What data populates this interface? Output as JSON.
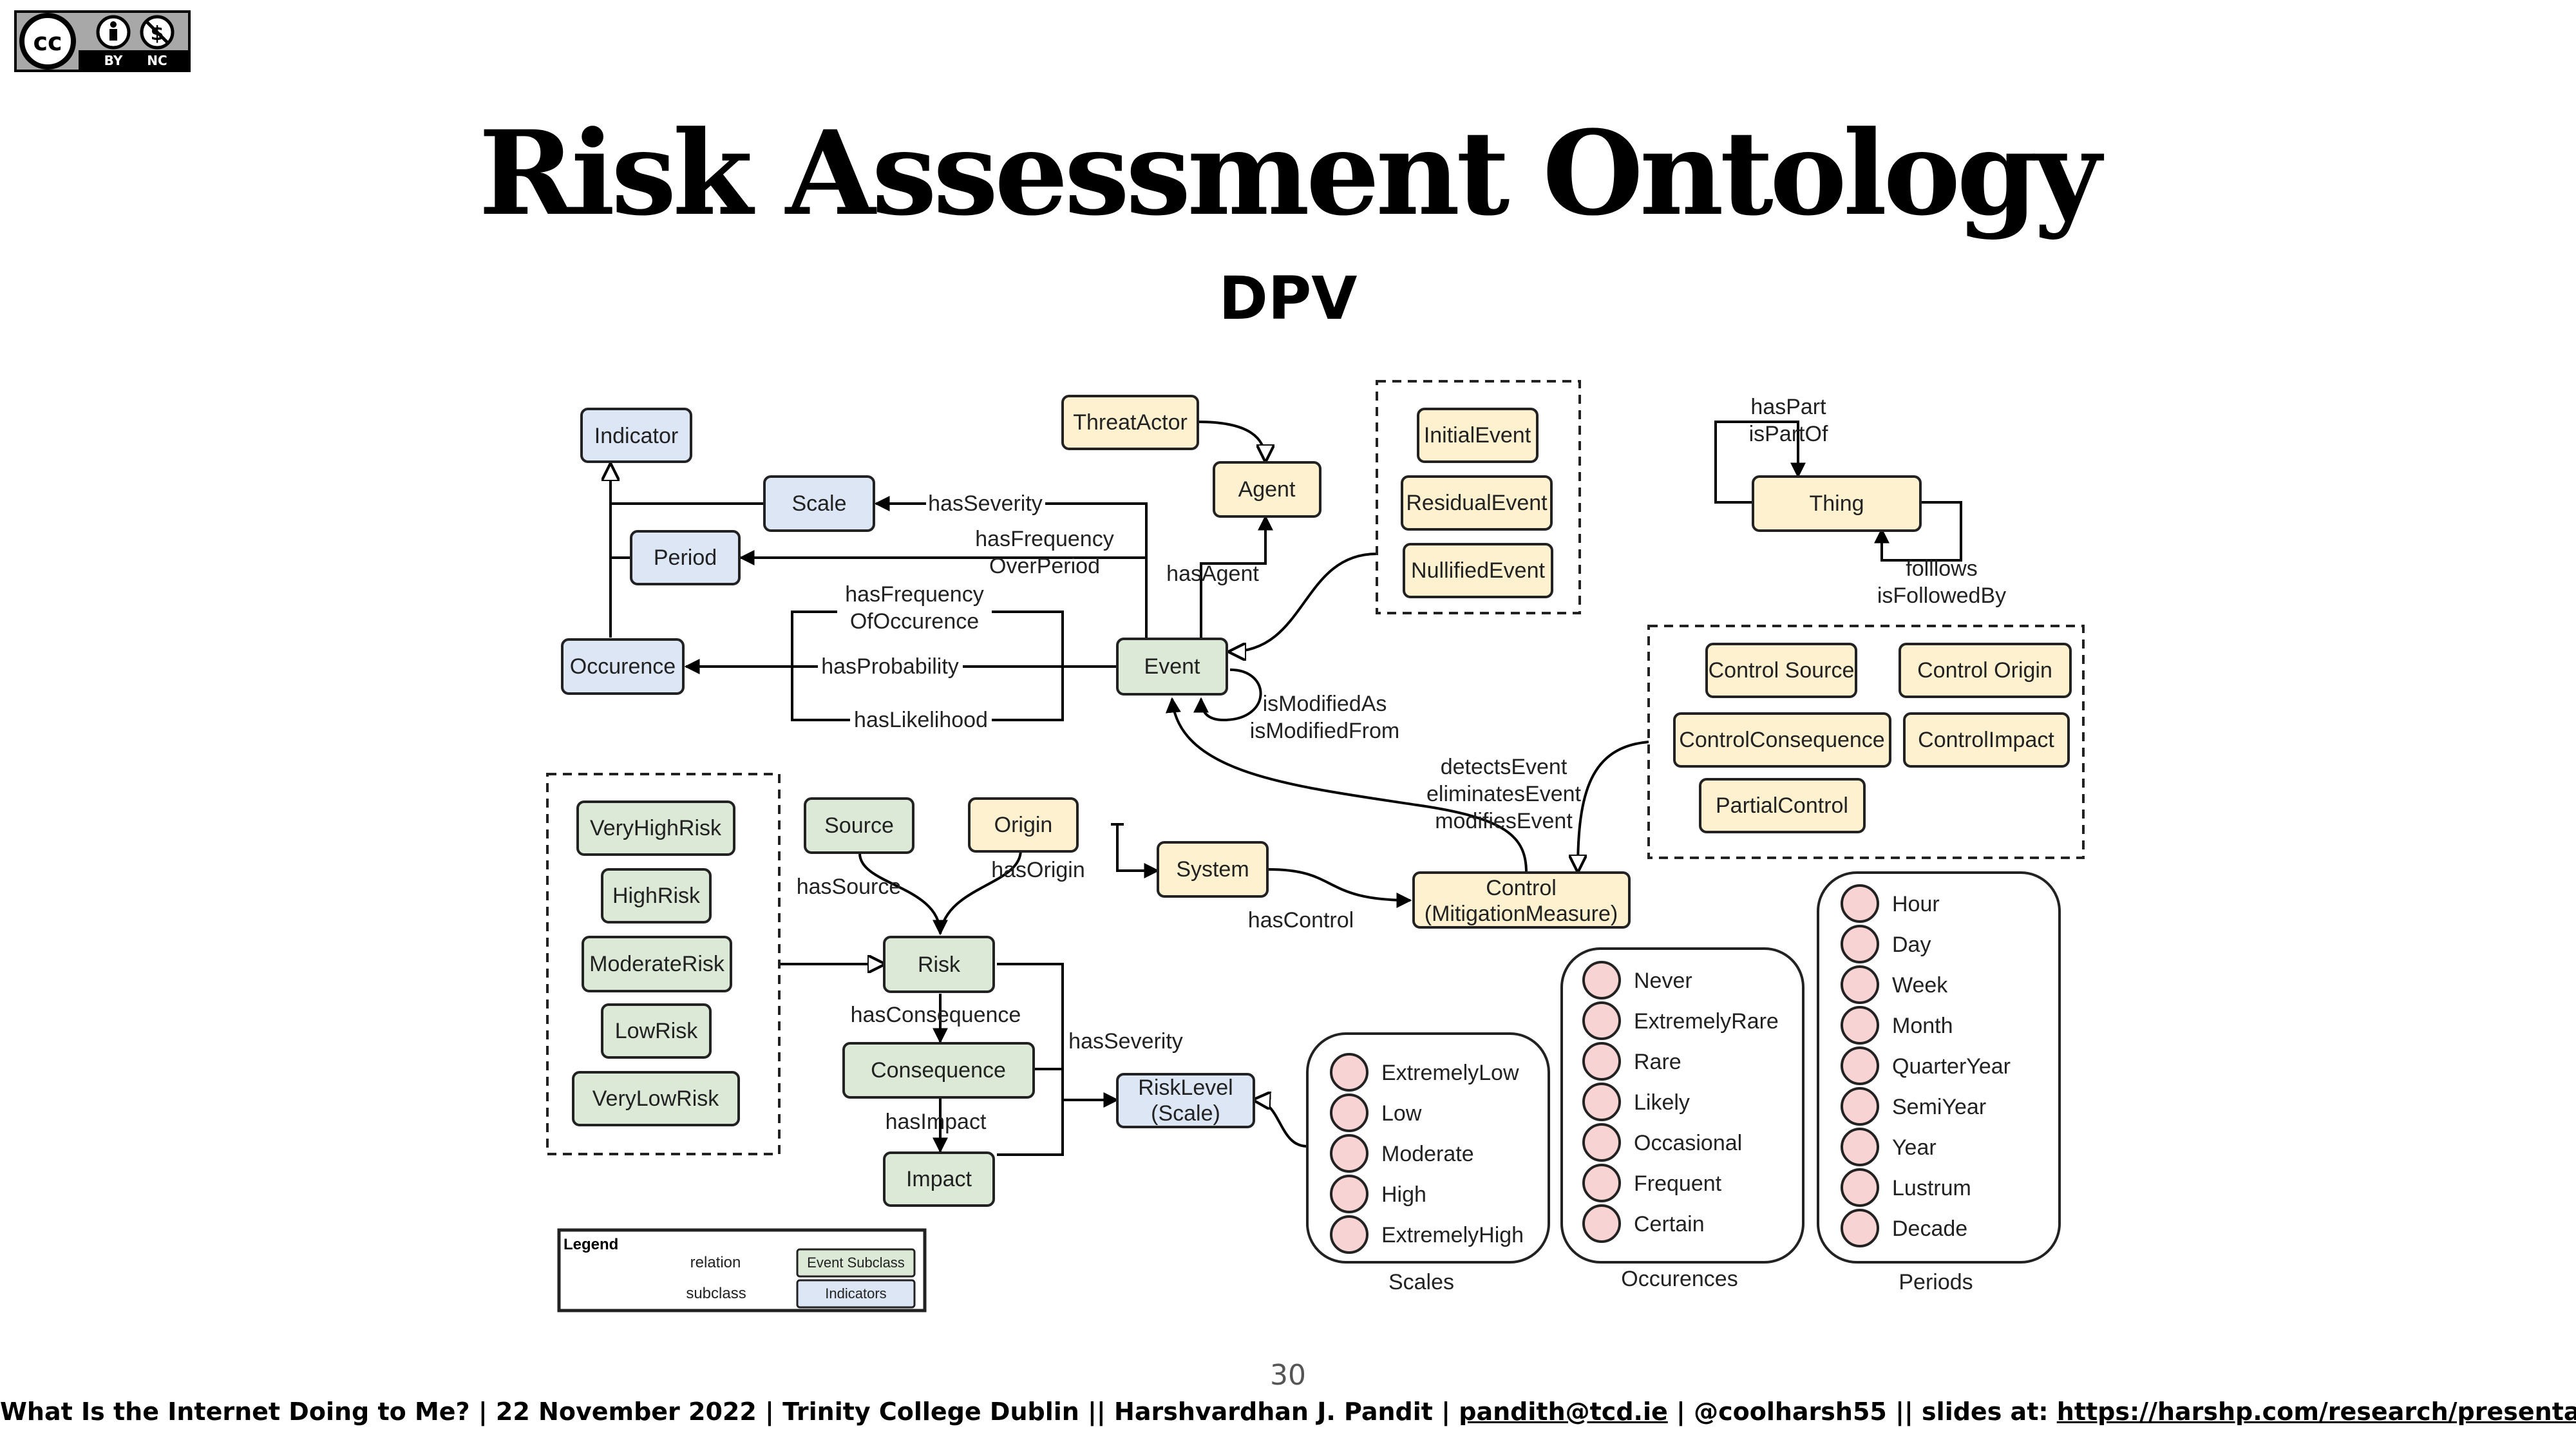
{
  "title": "Risk Assessment Ontology",
  "subtitle": "DPV",
  "license_badge": {
    "cc": "cc",
    "by": "BY",
    "nc": "NC"
  },
  "colors": {
    "event_fill": "#dbe9d6",
    "indicator_fill": "#dce6f5",
    "agent_fill": "#fdf1cf",
    "instance_fill": "#f8d3d3",
    "stroke": "#222222"
  },
  "nodes": {
    "indicator": "Indicator",
    "scale": "Scale",
    "period": "Period",
    "occurence": "Occurence",
    "threat_actor": "ThreatActor",
    "agent": "Agent",
    "event": "Event",
    "initial_event": "InitialEvent",
    "residual_event": "ResidualEvent",
    "nullified_event": "NullifiedEvent",
    "thing": "Thing",
    "control_source": "Control Source",
    "control_origin": "Control Origin",
    "control_consequence": "ControlConsequence",
    "control_impact": "ControlImpact",
    "partial_control": "PartialControl",
    "very_high_risk": "VeryHighRisk",
    "high_risk": "HighRisk",
    "moderate_risk": "ModerateRisk",
    "low_risk": "LowRisk",
    "very_low_risk": "VeryLowRisk",
    "source": "Source",
    "origin": "Origin",
    "system": "System",
    "risk": "Risk",
    "consequence": "Consequence",
    "impact": "Impact",
    "control_line1": "Control",
    "control_line2": "(MitigationMeasure)",
    "risk_level_line1": "RiskLevel",
    "risk_level_line2": "(Scale)"
  },
  "edges": {
    "has_severity_top": "hasSeverity",
    "has_frequency_over_period_1": "hasFrequency",
    "has_frequency_over_period_2": "OverPeriod",
    "has_agent": "hasAgent",
    "has_frequency_of_occurence_1": "hasFrequency",
    "has_frequency_of_occurence_2": "OfOccurence",
    "has_probability": "hasProbability",
    "has_likelihood": "hasLikelihood",
    "is_modified_as": "isModifiedAs",
    "is_modified_from": "isModifiedFrom",
    "detects_event": "detectsEvent",
    "eliminates_event": "eliminatesEvent",
    "modifies_event": "modifiesEvent",
    "has_part": "hasPart",
    "is_part_of": "isPartOf",
    "follows": "folllows",
    "is_followed_by": "isFollowedBy",
    "has_source": "hasSource",
    "has_origin": "hasOrigin",
    "has_control": "hasControl",
    "has_consequence": "hasConsequence",
    "has_severity_risk": "hasSeverity",
    "has_impact": "hasImpact"
  },
  "scales": {
    "caption": "Scales",
    "items": [
      "ExtremelyLow",
      "Low",
      "Moderate",
      "High",
      "ExtremelyHigh"
    ]
  },
  "occurences": {
    "caption": "Occurences",
    "items": [
      "Never",
      "ExtremelyRare",
      "Rare",
      "Likely",
      "Occasional",
      "Frequent",
      "Certain"
    ]
  },
  "periods": {
    "caption": "Periods",
    "items": [
      "Hour",
      "Day",
      "Week",
      "Month",
      "QuarterYear",
      "SemiYear",
      "Year",
      "Lustrum",
      "Decade"
    ]
  },
  "legend": {
    "title": "Legend",
    "relation": "relation",
    "subclass": "subclass",
    "event_subclass": "Event Subclass",
    "indicators": "Indicators"
  },
  "page_number": "30",
  "footer": {
    "text_before": "What Is the Internet Doing to Me? | 22 November 2022 | Trinity College Dublin  || Harshvardhan J. Pandit | ",
    "email": "pandith@tcd.ie",
    "text_middle": " | @coolharsh55  || slides at: ",
    "url": "https://harshp.com/research/presentations"
  }
}
